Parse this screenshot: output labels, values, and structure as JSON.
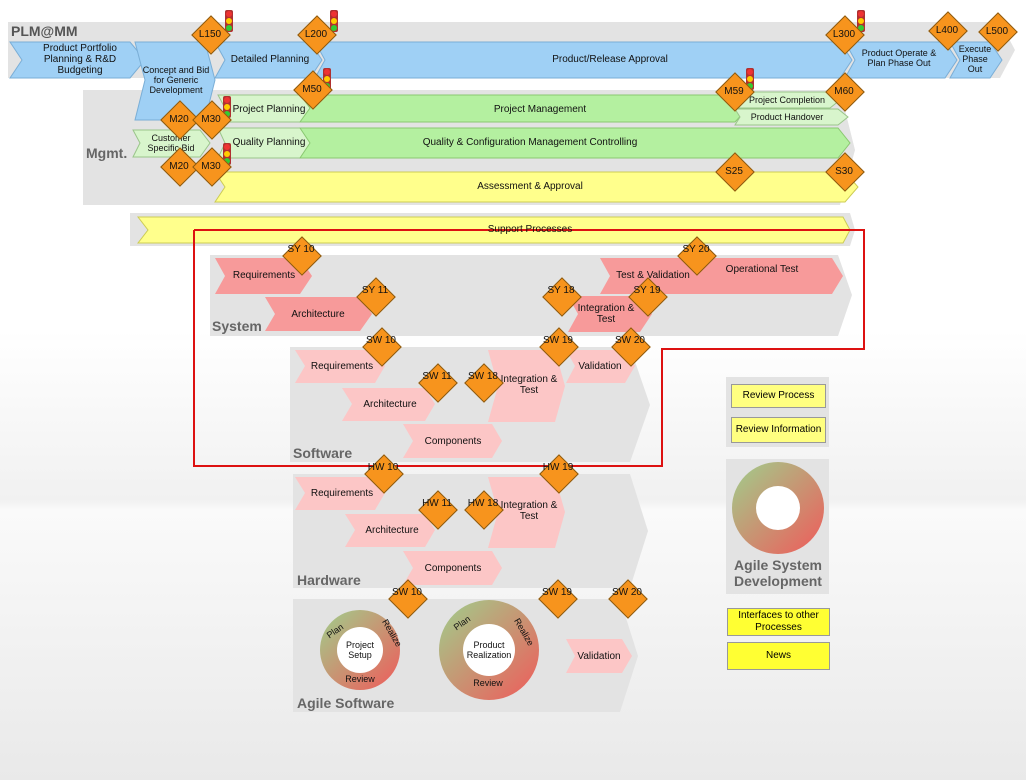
{
  "title": "PLM@MM",
  "mgmt_label": "Mgmt.",
  "sections": {
    "system": "System",
    "software": "Software",
    "hardware": "Hardware",
    "agile_software": "Agile Software"
  },
  "plm_phases": {
    "portfolio": "Product Portfolio Planning & R&D Budgeting",
    "concept": "Concept and Bid for Generic Development",
    "detailed": "Detailed Planning",
    "approval": "Product/Release Approval",
    "operate": "Product Operate & Plan Phase Out",
    "execute": "Execute Phase Out"
  },
  "customer_bid": "Customer Specific Bid",
  "mgmt_rows": {
    "project_planning": "Project Planning",
    "project_management": "Project Management",
    "project_completion": "Project Completion",
    "product_handover": "Product Handover",
    "quality_planning": "Quality Planning",
    "quality_config": "Quality & Configuration Management Controlling",
    "assessment": "Assessment & Approval",
    "support": "Support Processes"
  },
  "system_steps": {
    "requirements": "Requirements",
    "architecture": "Architecture",
    "integration": "Integration & Test",
    "test_validation": "Test & Validation",
    "operational": "Operational Test"
  },
  "software_steps": {
    "requirements": "Requirements",
    "architecture": "Architecture",
    "components": "Components",
    "integration": "Integration & Test",
    "validation": "Validation"
  },
  "hardware_steps": {
    "requirements": "Requirements",
    "architecture": "Architecture",
    "components": "Components",
    "integration": "Integration & Test"
  },
  "agile": {
    "setup": "Project Setup",
    "realization": "Product Realization",
    "plan": "Plan",
    "realize": "Realize",
    "review": "Review",
    "validation": "Validation"
  },
  "legend": {
    "review_process": "Review Process",
    "review_information": "Review Information",
    "agile_system": "Agile System Development",
    "interfaces": "Interfaces to other Processes",
    "news": "News"
  },
  "milestones": {
    "L150": "L150",
    "L200": "L200",
    "L300": "L300",
    "L400": "L400",
    "L500": "L500",
    "M50": "M50",
    "M20a": "M20",
    "M30a": "M30",
    "M20b": "M20",
    "M30b": "M30",
    "M59": "M59",
    "M60": "M60",
    "S25": "S25",
    "S30": "S30",
    "SY10": "SY 10",
    "SY11": "SY 11",
    "SY18": "SY 18",
    "SY19": "SY 19",
    "SY20": "SY 20",
    "SW10": "SW 10",
    "SW11": "SW 11",
    "SW18": "SW 18",
    "SW19": "SW 19",
    "SW20": "SW 20",
    "HW10": "HW 10",
    "HW11": "HW 11",
    "HW18": "HW 18",
    "HW19": "HW 19",
    "ASW10": "SW 10",
    "ASW19": "SW 19",
    "ASW20": "SW 20"
  },
  "colors": {
    "blue": "#9fd0f5",
    "green": "#b4f0a0",
    "yellow": "#ffff8c",
    "pink": "#f79a9a",
    "lightpink": "#fcc6c6",
    "orange": "#f7941d",
    "highlight": "#dd1111"
  }
}
